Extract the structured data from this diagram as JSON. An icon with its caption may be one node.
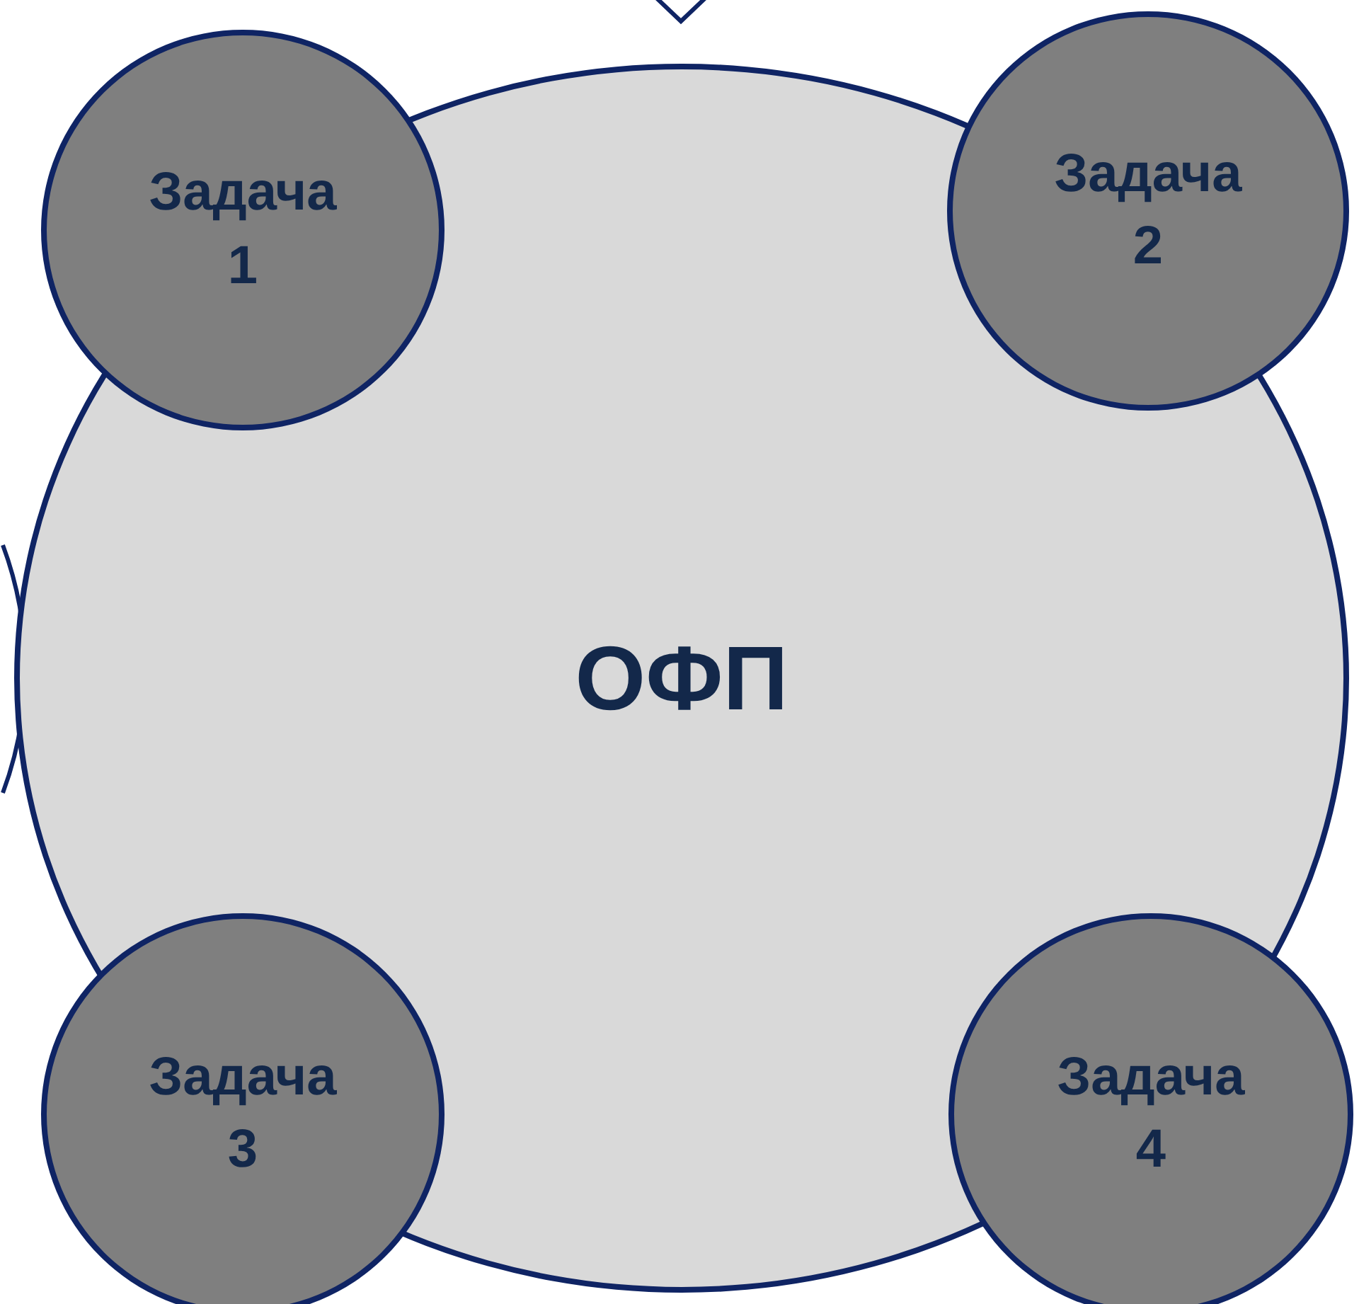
{
  "diagram": {
    "nodes": [
      {
        "text": [
          "ОФП"
        ]
      },
      {
        "text": [
          "Задача 1"
        ]
      },
      {
        "text": [
          "Задача 2"
        ]
      },
      {
        "text": [
          "Задача 3"
        ]
      },
      {
        "text": [
          "Задача 4"
        ]
      }
    ]
  }
}
